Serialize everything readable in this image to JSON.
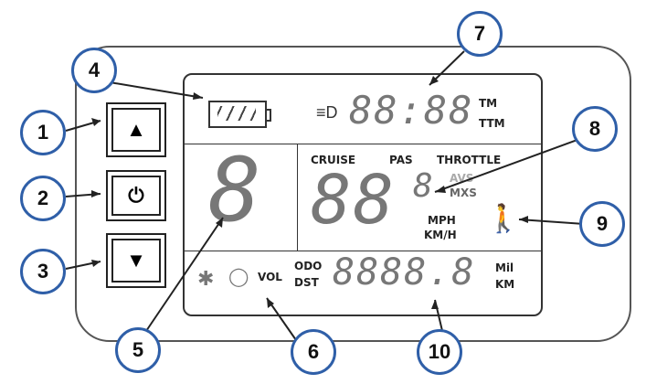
{
  "callouts": [
    "1",
    "2",
    "3",
    "4",
    "5",
    "6",
    "7",
    "8",
    "9",
    "10"
  ],
  "display": {
    "time_digits": "88:88",
    "tm_label": "TM",
    "ttm_label": "TTM",
    "speed_left_digit": "8",
    "mode_labels": [
      "CRUISE",
      "PAS",
      "THROTTLE"
    ],
    "speed_digits": "88",
    "level_digit": "8",
    "avs_label": "AVS",
    "mxs_label": "MXS",
    "mph_label": "MPH",
    "kmh_label": "KM/H",
    "vol_label": "VOL",
    "odo_label": "ODO",
    "dst_label": "DST",
    "odo_digits": "8888.8",
    "mil_label": "Mil",
    "km_label": "KM"
  },
  "colors": {
    "callout_border": "#2f5fa8",
    "lcd_line": "#333333"
  }
}
